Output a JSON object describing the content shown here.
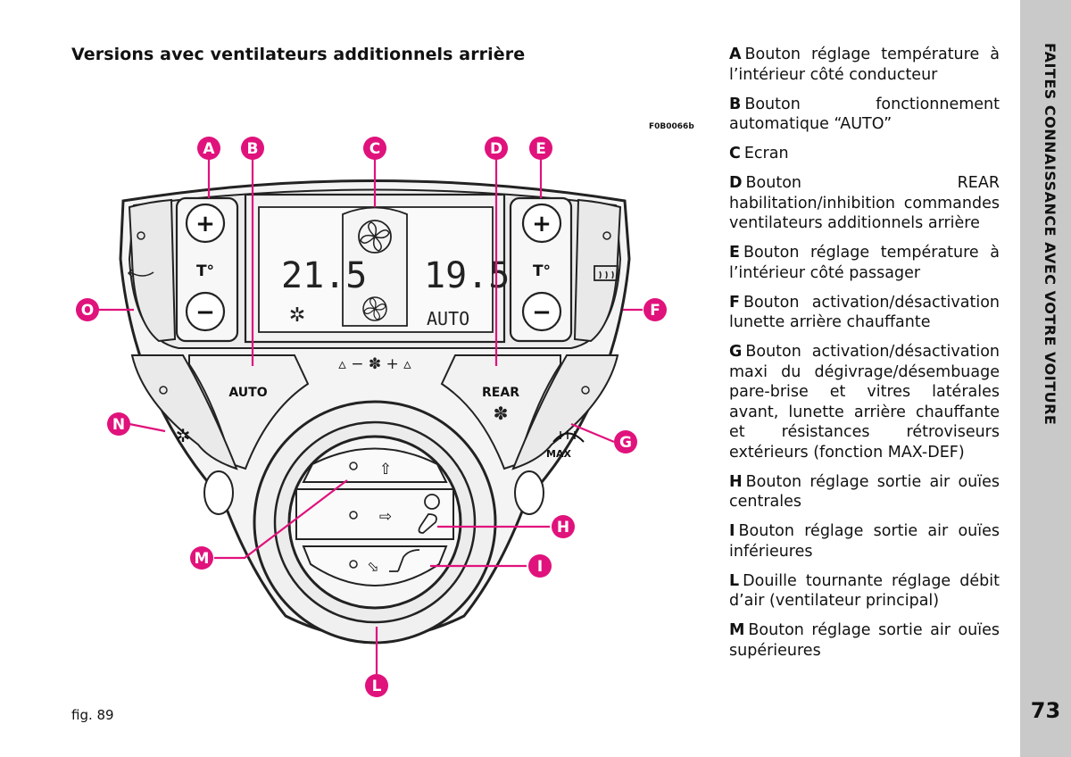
{
  "section_title": "Versions avec ventilateurs additionnels arrière",
  "figure_code": "F0B0066b",
  "figure_caption": "fig. 89",
  "sidebar_title": "FAITES CONNAISSANCE AVEC VOTRE VOITURE",
  "page_number": "73",
  "panel": {
    "temp_left": "21.5",
    "temp_right": "19.5",
    "lcd_mode": "AUTO",
    "plus_symbol": "+",
    "minus_symbol": "−",
    "temp_symbol": "T°",
    "auto_label": "AUTO",
    "rear_label": "REAR",
    "max_label": "MAX",
    "fan_scale": "▵ − ✽ + ▵"
  },
  "callouts": {
    "A": "A",
    "B": "B",
    "C": "C",
    "D": "D",
    "E": "E",
    "F": "F",
    "G": "G",
    "H": "H",
    "I": "I",
    "L": "L",
    "M": "M",
    "N": "N",
    "O": "O"
  },
  "legend": [
    {
      "key": "A",
      "text": "Bouton réglage température à l’intérieur côté conducteur"
    },
    {
      "key": "B",
      "text": "Bouton fonctionnement automatique “AUTO”"
    },
    {
      "key": "C",
      "text": "Ecran"
    },
    {
      "key": "D",
      "text": "Bouton REAR habilitation/inhibition commandes ventilateurs additionnels arrière"
    },
    {
      "key": "E",
      "text": "Bouton réglage température à l’intérieur côté passager"
    },
    {
      "key": "F",
      "text": "Bouton activation/désactivation lunette arrière chauffante"
    },
    {
      "key": "G",
      "text": "Bouton activation/désactivation maxi du dégivrage/désembuage pare-brise et vitres latérales avant, lunette arrière chauffante et résistances rétroviseurs extérieurs (fonction MAX-DEF)"
    },
    {
      "key": "H",
      "text": "Bouton réglage sortie air ouïes centrales"
    },
    {
      "key": "I",
      "text": "Bouton réglage sortie air ouïes inférieures"
    },
    {
      "key": "L",
      "text": "Douille tournante réglage débit d’air (ventilateur principal)"
    },
    {
      "key": "M",
      "text": "Bouton réglage sortie air ouïes supérieures"
    }
  ]
}
